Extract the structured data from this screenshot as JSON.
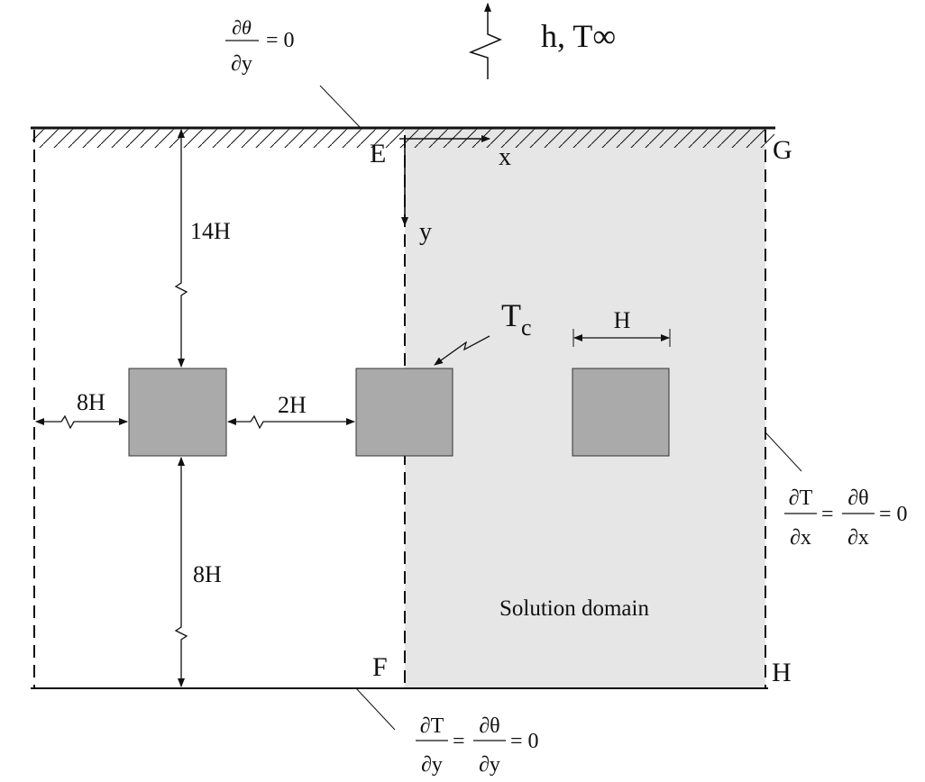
{
  "surface": {
    "bc_num": "∂θ",
    "bc_den": "∂y",
    "bc_rhs": "= 0",
    "convection": "h, T∞"
  },
  "corners": {
    "E": "E",
    "F": "F",
    "G": "G",
    "H": "H"
  },
  "axes": {
    "x": "x",
    "y": "y"
  },
  "dimensions": {
    "top_depth": "14H",
    "side_gap": "8H",
    "spacing": "2H",
    "bottom_depth": "8H",
    "width": "H"
  },
  "cylinder_label": {
    "main": "T",
    "sub": "c"
  },
  "domain_label": "Solution domain",
  "right_bc": {
    "num1": "∂T",
    "den1": "∂x",
    "num2": "∂θ",
    "den2": "∂x",
    "eq": "=",
    "rhs": "= 0"
  },
  "bottom_bc": {
    "num1": "∂T",
    "den1": "∂y",
    "num2": "∂θ",
    "den2": "∂y",
    "eq": "=",
    "rhs": "= 0"
  },
  "colors": {
    "domain_fill": "#e6e6e6",
    "cylinder_fill": "#aaaaaa",
    "line": "#111111"
  }
}
